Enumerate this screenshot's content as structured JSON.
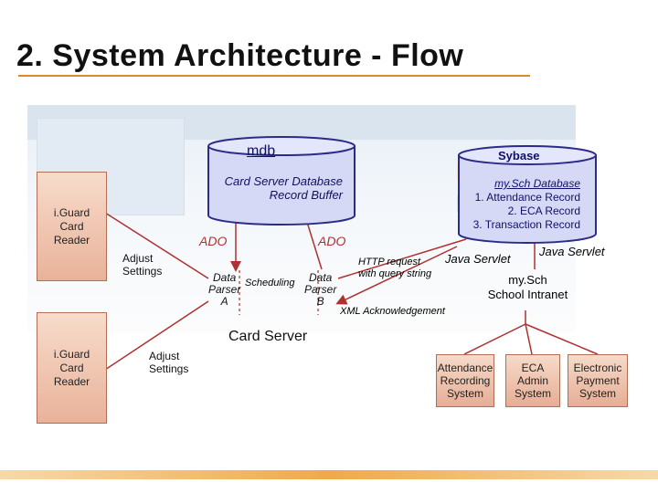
{
  "title": "2. System Architecture - Flow",
  "colors": {
    "accent": "#d98a2a",
    "box_fill": "#efc5ae",
    "cylinder_fill": "#d6d9f5",
    "line_red": "#b03030"
  },
  "databases": {
    "mdb": {
      "name": "mdb",
      "lines": [
        "Card Server Database",
        "Record Buffer"
      ]
    },
    "sybase": {
      "name": "Sybase",
      "heading": "my.Sch Database",
      "lines": [
        "1. Attendance Record",
        "2. ECA Record",
        "3. Transaction Record"
      ]
    }
  },
  "readers": [
    {
      "lines": [
        "i.Guard",
        "Card",
        "Reader"
      ]
    },
    {
      "lines": [
        "i.Guard",
        "Card",
        "Reader"
      ]
    }
  ],
  "adjust_settings": [
    "Adjust",
    "Settings"
  ],
  "ado_left": "ADO",
  "ado_right": "ADO",
  "card_server": {
    "label": "Card Server",
    "parser_a": [
      "Data",
      "Parser",
      "A"
    ],
    "scheduling": "Scheduling",
    "parser_b": [
      "Data",
      "Parser",
      "B"
    ]
  },
  "http_request": [
    "HTTP request",
    "with query string"
  ],
  "java_servlet_1": "Java Servlet",
  "java_servlet_2": "Java Servlet",
  "xml_ack": "XML Acknowledgement",
  "intranet": [
    "my.Sch",
    "School Intranet"
  ],
  "systems": [
    {
      "lines": [
        "Attendance",
        "Recording",
        "System"
      ]
    },
    {
      "lines": [
        "ECA",
        "Admin",
        "System"
      ]
    },
    {
      "lines": [
        "Electronic",
        "Payment",
        "System"
      ]
    }
  ]
}
